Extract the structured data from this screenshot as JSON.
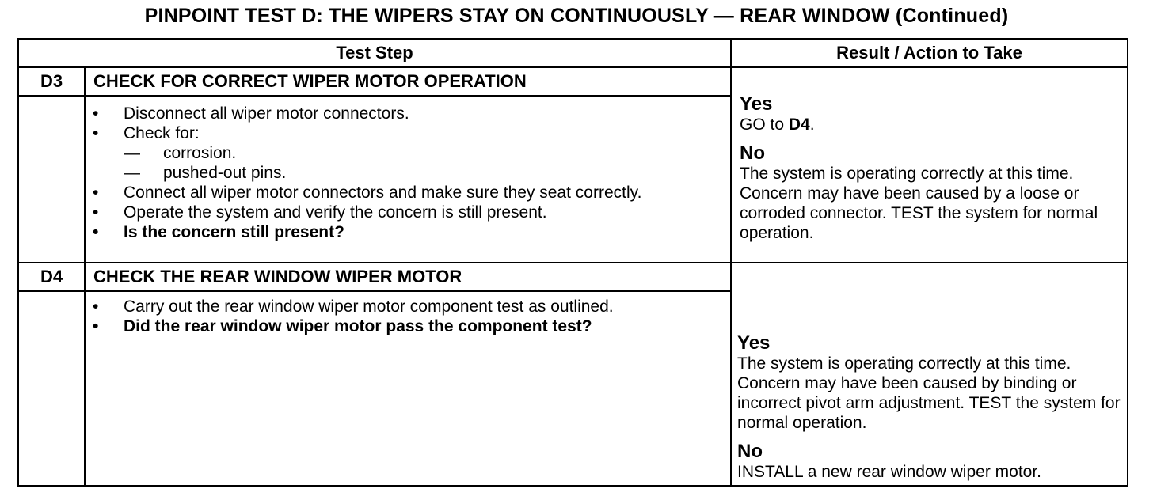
{
  "title": "PINPOINT TEST  D: THE WIPERS STAY ON CONTINUOUSLY — REAR WINDOW (Continued)",
  "headers": {
    "test_step": "Test Step",
    "result": "Result / Action to Take"
  },
  "steps": [
    {
      "id": "D3",
      "title": "CHECK FOR CORRECT WIPER MOTOR OPERATION",
      "bullets": [
        "Disconnect all wiper motor connectors.",
        "Check for:",
        "Connect all wiper motor connectors and make sure they seat correctly.",
        "Operate the system and verify the concern is still present.",
        "Is the concern still present?"
      ],
      "sub_items": [
        "corrosion.",
        "pushed-out pins."
      ],
      "result": {
        "yes_label": "Yes",
        "yes_prefix": "GO to ",
        "yes_ref": "D4",
        "yes_suffix": ".",
        "no_label": "No",
        "no_text": "The system is operating correctly at this time. Concern may have been caused by a loose or corroded connector. TEST the system for normal operation."
      }
    },
    {
      "id": "D4",
      "title": "CHECK THE REAR WINDOW WIPER MOTOR",
      "bullets": [
        "Carry out the rear window wiper motor component test as outlined.",
        "Did the rear window wiper motor pass the component test?"
      ],
      "result": {
        "yes_label": "Yes",
        "yes_text": "The system is operating correctly at this time. Concern may have been caused by binding or incorrect pivot arm adjustment. TEST the system for normal operation.",
        "no_label": "No",
        "no_text": "INSTALL a new rear window wiper motor."
      }
    }
  ],
  "bullet_glyph": "•",
  "dash_glyph": "—"
}
